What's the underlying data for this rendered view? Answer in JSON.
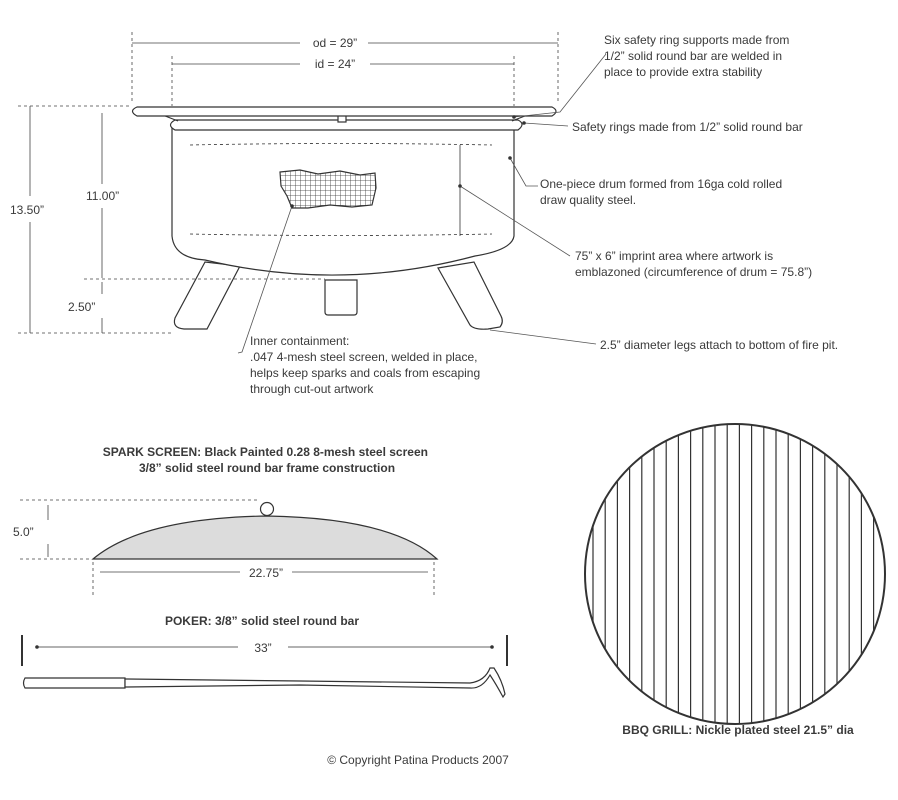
{
  "fire_pit": {
    "dimensions": {
      "outer_diameter": "od = 29”",
      "inner_diameter": "id = 24”",
      "total_height": "13.50”",
      "drum_height": "11.00”",
      "leg_height": "2.50”"
    },
    "callouts": {
      "safety_ring_supports": [
        "Six safety ring supports made from",
        "1/2” solid round bar are welded in",
        "place to provide extra stability"
      ],
      "safety_rings": [
        "Safety rings made from 1/2” solid round bar"
      ],
      "drum": [
        "One-piece drum formed from 16ga cold rolled",
        "draw quality steel."
      ],
      "imprint_area": [
        "75” x 6” imprint area where artwork is",
        "emblazoned (circumference of drum = 75.8”)"
      ],
      "legs": [
        "2.5” diameter legs attach to bottom of fire pit."
      ],
      "inner_containment": [
        "Inner containment:",
        ".047 4-mesh steel screen, welded in place,",
        "helps keep sparks and coals from escaping",
        "through cut-out artwork"
      ]
    }
  },
  "spark_screen": {
    "title_lines": [
      "SPARK SCREEN:  Black Painted 0.28 8-mesh steel screen",
      "3/8” solid steel round bar frame construction"
    ],
    "height": "5.0”",
    "width": "22.75”"
  },
  "poker": {
    "title": "POKER:  3/8” solid steel round bar",
    "length": "33”"
  },
  "bbq_grill": {
    "caption": "BBQ GRILL: Nickle plated steel 21.5” dia"
  },
  "copyright": "© Copyright Patina Products 2007"
}
